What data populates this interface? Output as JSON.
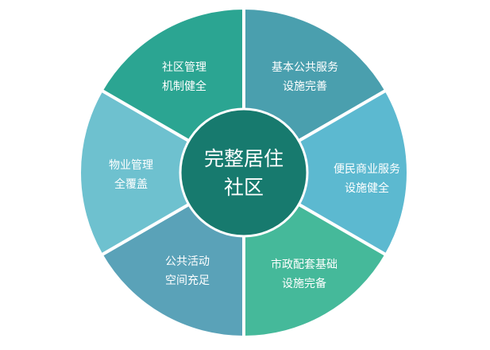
{
  "center": {
    "line1": "完整居住",
    "line2": "社区",
    "color": "#177A6E"
  },
  "segments": [
    {
      "line1": "基本公共服务",
      "line2": "设施完善",
      "color": "#4A9FAE"
    },
    {
      "line1": "便民商业服务",
      "line2": "设施健全",
      "color": "#5CB9D0"
    },
    {
      "line1": "市政配套基础",
      "line2": "设施完备",
      "color": "#45B99A"
    },
    {
      "line1": "公共活动",
      "line2": "空间充足",
      "color": "#5AA2B8"
    },
    {
      "line1": "物业管理",
      "line2": "全覆盖",
      "color": "#6EC1CF"
    },
    {
      "line1": "社区管理",
      "line2": "机制健全",
      "color": "#2BA592"
    }
  ],
  "colors": {
    "separator": "#ffffff",
    "text": "#ffffff"
  }
}
